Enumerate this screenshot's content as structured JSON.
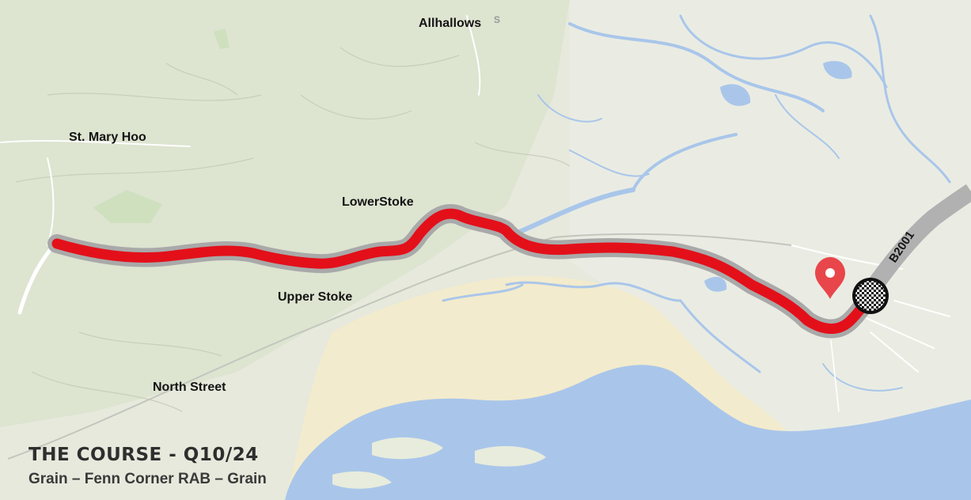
{
  "map": {
    "places": [
      {
        "id": "allhallows",
        "label": "Allhallows"
      },
      {
        "id": "st-mary-hoo",
        "label": "St. Mary Hoo"
      },
      {
        "id": "lower-stoke",
        "label": "LowerStoke"
      },
      {
        "id": "upper-stoke",
        "label": "Upper Stoke"
      },
      {
        "id": "north-street",
        "label": "North Street"
      }
    ],
    "roads": [
      {
        "id": "b2001",
        "label": "B2001"
      }
    ],
    "icons": {
      "location_pin": "map-pin-icon",
      "finish": "checkered-flag-icon"
    },
    "colors": {
      "land": "#e6e9dc",
      "water": "#a9c6ea",
      "sand": "#f3ebcd",
      "route": "#e3101a",
      "route_casing": "#a9a9a9",
      "road": "#b1b1b1",
      "pin": "#e8464a"
    }
  },
  "course": {
    "title": "THE COURSE - Q10/24",
    "subtitle": "Grain – Fenn Corner RAB – Grain"
  }
}
